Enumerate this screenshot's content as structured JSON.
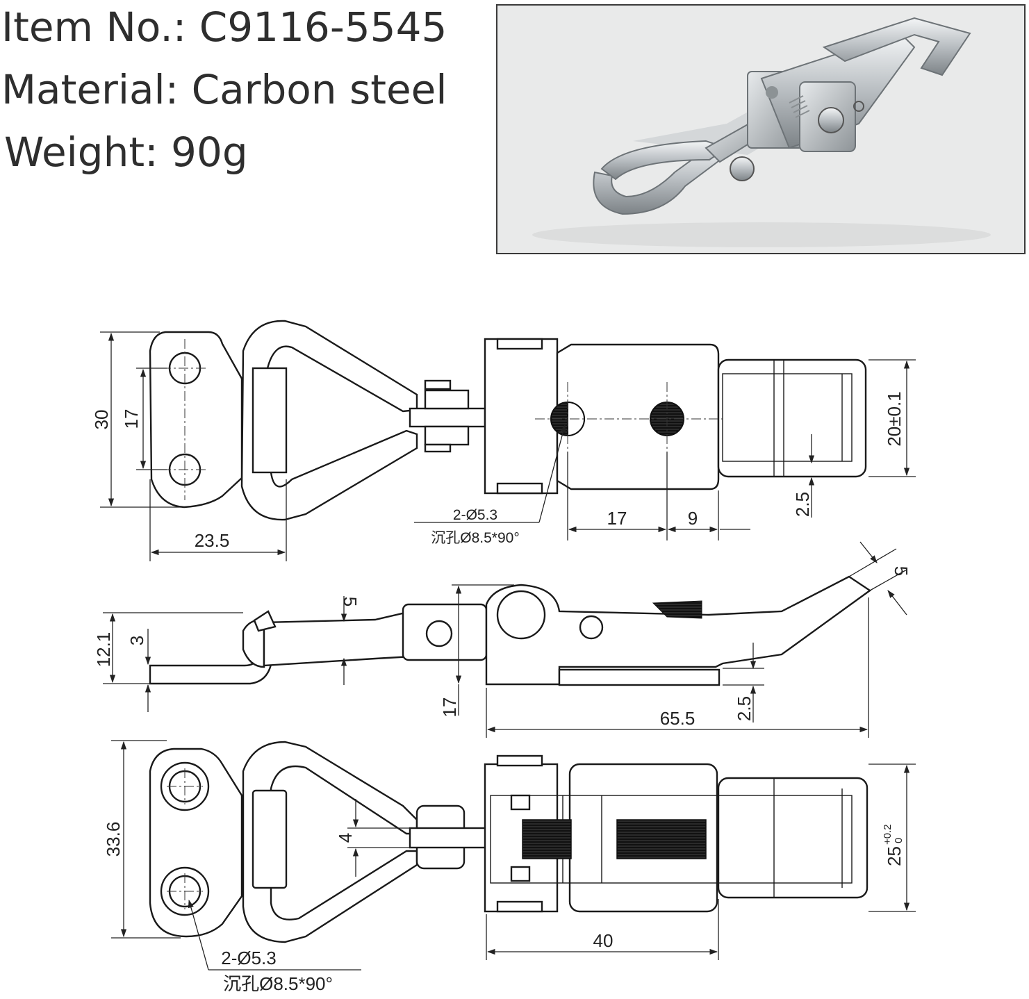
{
  "specs": {
    "item": "Item No.: C9116-5545",
    "material": "Material: Carbon steel",
    "weight": "Weight: 90g"
  },
  "top_view": {
    "dim_height_outer": "30",
    "dim_hole_spacing": "17",
    "dim_width_plate": "23.5",
    "dim_latch_width": "20±0.1",
    "dim_offset_small": "2.5",
    "dim_hole_pitch": "17",
    "dim_hole_end": "9",
    "hole_note_line1": "2-Ø5.3",
    "hole_note_line2": "沉孔Ø8.5*90°"
  },
  "side_view": {
    "dim_total_height": "12.1",
    "dim_plate_thickness": "3",
    "dim_wire": "5",
    "dim_body_height": "17",
    "dim_tip": "5",
    "dim_base_thickness": "2.5",
    "dim_length": "65.5"
  },
  "bottom_view": {
    "dim_plate_height": "33.6",
    "dim_rod": "4",
    "dim_width_main": "25",
    "dim_width_tol_upper": "+0.2",
    "dim_width_tol_lower": "0",
    "dim_base_length": "40",
    "hole_note_line1": "2-Ø5.3",
    "hole_note_line2": "沉孔Ø8.5*90°"
  }
}
